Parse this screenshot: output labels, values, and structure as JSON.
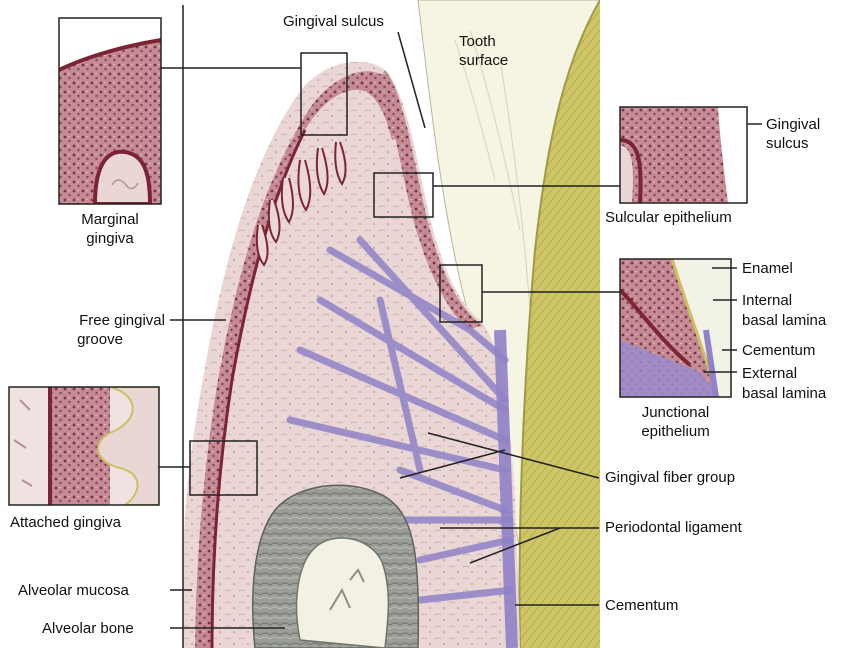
{
  "colors": {
    "tooth": "#f6f4e2",
    "cementum": "#c9c25f",
    "gingiva": "#ead7d5",
    "epithelium": "#b86c78",
    "basal": "#7b2434",
    "fibers": "#9a8ccc",
    "bone": "#8d918b",
    "boneLight": "#c6c9c2",
    "line": "#222222"
  },
  "labels": {
    "gingival_sulcus_top": "Gingival sulcus",
    "tooth_surface_1": "Tooth",
    "tooth_surface_2": "surface",
    "marginal_gingiva_1": "Marginal",
    "marginal_gingiva_2": "gingiva",
    "gingival_sulcus_right_1": "Gingival",
    "gingival_sulcus_right_2": "sulcus",
    "sulcular_epithelium": "Sulcular epithelium",
    "free_gingival_groove_1": "Free gingival",
    "free_gingival_groove_2": "groove",
    "enamel": "Enamel",
    "internal_basal_lamina_1": "Internal",
    "internal_basal_lamina_2": "basal lamina",
    "cementum_inset": "Cementum",
    "external_basal_lamina_1": "External",
    "external_basal_lamina_2": "basal lamina",
    "junctional_epithelium_1": "Junctional",
    "junctional_epithelium_2": "epithelium",
    "gingival_fiber_group": "Gingival fiber group",
    "attached_gingiva": "Attached gingiva",
    "periodontal_ligament": "Periodontal ligament",
    "alveolar_mucosa": "Alveolar mucosa",
    "alveolar_bone": "Alveolar bone",
    "cementum_bottom": "Cementum"
  }
}
